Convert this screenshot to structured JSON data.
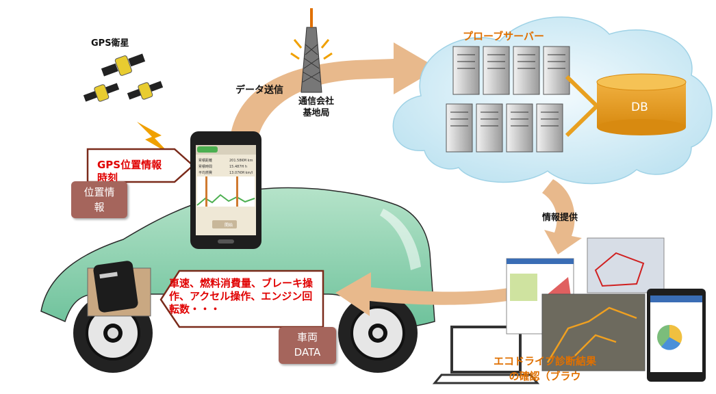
{
  "labels": {
    "gps_satellite": "GPS衛星",
    "data_send": "データ送信",
    "base_station_line1": "通信会社",
    "base_station_line2": "基地局",
    "probe_server": "プローブサーバー",
    "db": "DB",
    "info_provide": "情報提供",
    "gps_info": "GPS位置情報　時刻",
    "position_info": "位置情報",
    "car_data_line1": "車両",
    "car_data_line2": "DATA",
    "vehicle_signals": "車速、燃料消費量、ブレーキ操作、アクセル操作、エンジン回転数・・・",
    "eco_drive": "エコドライブ診断結果の確認（ブラウ"
  },
  "phone_screen": {
    "rows": [
      {
        "label": "累積距離",
        "value": "201.58KM",
        "unit": "km"
      },
      {
        "label": "累積時間",
        "value": "15.487H",
        "unit": "h"
      },
      {
        "label": "平均燃費",
        "value": "13.07KM",
        "unit": "km/l"
      }
    ],
    "button": "開始"
  },
  "colors": {
    "arrow": "#e8b98c",
    "cloud": "#d5eef7",
    "db": "#e8a020",
    "car_body": "#8fd0b0",
    "label_box": "#a5655c",
    "red_text": "#e00000",
    "orange_text": "#e07000"
  }
}
